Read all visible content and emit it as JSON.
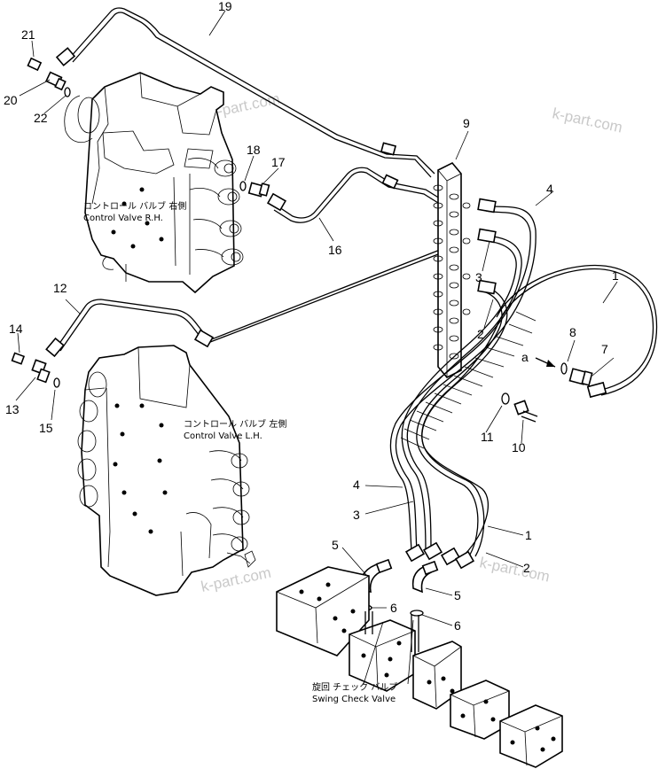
{
  "watermarks": [
    "k-part.com",
    "k-part.com",
    "k-part.com",
    "k-part.com"
  ],
  "labels": {
    "control_valve_rh_jp": "コントロール バルブ 右側",
    "control_valve_rh_en": "Control Valve R.H.",
    "control_valve_lh_jp": "コントロール バルブ 左側",
    "control_valve_lh_en": "Control Valve L.H.",
    "swing_check_valve_jp": "旋回 チェック バルブ",
    "swing_check_valve_en": "Swing Check Valve",
    "view_marker": "a"
  },
  "callouts": [
    "1",
    "1",
    "2",
    "2",
    "3",
    "3",
    "4",
    "4",
    "5",
    "5",
    "6",
    "6",
    "7",
    "8",
    "9",
    "10",
    "11",
    "12",
    "13",
    "14",
    "15",
    "16",
    "17",
    "18",
    "19",
    "20",
    "21",
    "22"
  ]
}
